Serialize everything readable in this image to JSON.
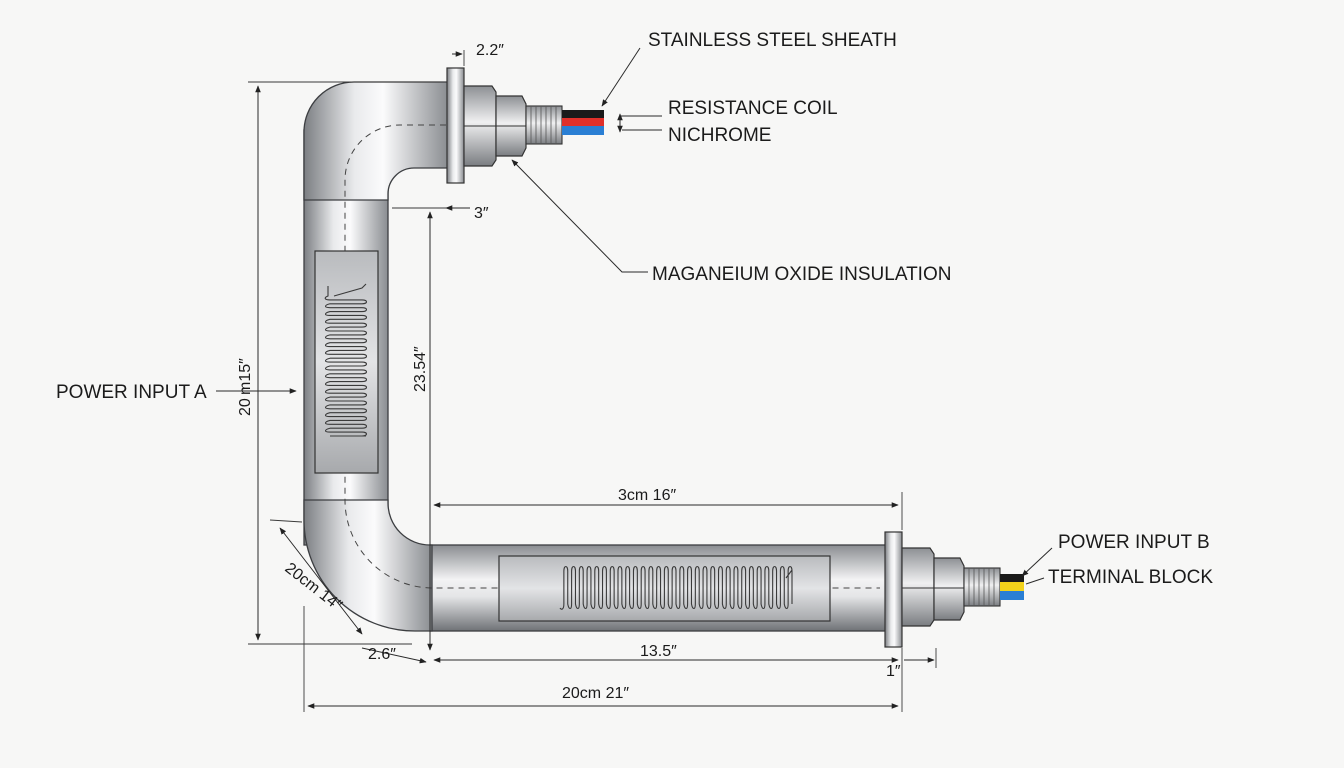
{
  "callouts": {
    "stainless_sheath": "STAINLESS STEEL SHEATH",
    "resistance_coil": "RESISTANCE COIL",
    "nichrome": "NICHROME",
    "insulation": "MAGANEIUM OXIDE INSULATION",
    "power_input_a": "POWER INPUT A",
    "power_input_b": "POWER INPUT B",
    "terminal_block": "TERMINAL BLOCK"
  },
  "dimensions": {
    "flange_top": "2.2″",
    "top_offset": "3″",
    "outer_height": "20 m15″",
    "inner_height": "23.54″",
    "horizontal_span": "3cm 16″",
    "bend_radius": "20cm 14″",
    "bend_offset": "2.6″",
    "bottom_length": "13.5″",
    "flange_bottom": "1″",
    "overall_length": "20cm 21″"
  },
  "colors": {
    "wire_red": "#e0302a",
    "wire_blue": "#2a7fd4",
    "wire_yellow": "#f2d21b",
    "wire_black": "#1a1a1a"
  }
}
